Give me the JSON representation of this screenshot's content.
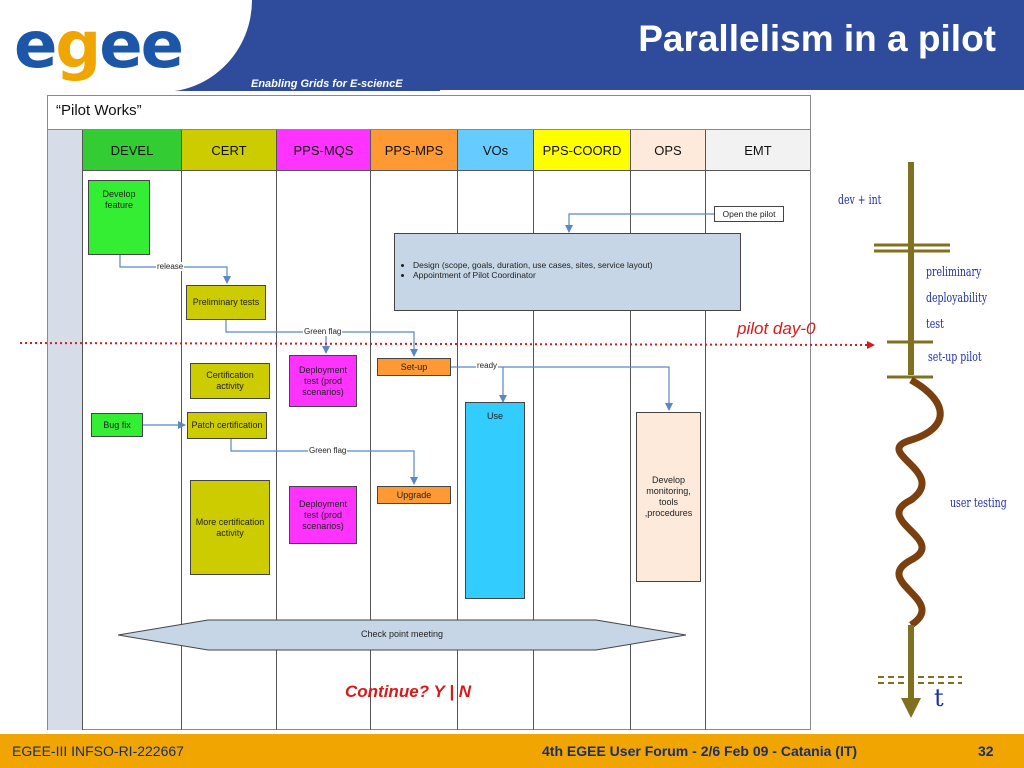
{
  "header": {
    "title": "Parallelism in a pilot",
    "subtitle": "Enabling Grids for E-sciencE",
    "logo_text": "egee"
  },
  "footer": {
    "project": "EGEE-III INFSO-RI-222667",
    "event": "4th EGEE User Forum - 2/6 Feb 09 - Catania (IT)",
    "page": "32"
  },
  "panel": {
    "title": "“Pilot Works”",
    "lanes": [
      {
        "label": "DEVEL",
        "color": "#33cc33"
      },
      {
        "label": "CERT",
        "color": "#cccc00"
      },
      {
        "label": "PPS-MQS",
        "color": "#ff33ff"
      },
      {
        "label": "PPS-MPS",
        "color": "#ff9933"
      },
      {
        "label": "VOs",
        "color": "#66ccff"
      },
      {
        "label": "PPS-COORD",
        "color": "#ffff00"
      },
      {
        "label": "OPS",
        "color": "#fdeada"
      },
      {
        "label": "EMT",
        "color": "#f2f2f2"
      }
    ],
    "boxes": {
      "develop_feature": "Develop feature",
      "open_pilot": "Open the pilot",
      "preliminary_tests": "Preliminary tests",
      "certification_activity": "Certification activity",
      "deployment_test_1": "Deployment test (prod scenarios)",
      "setup": "Set-up",
      "bug_fix": "Bug fix",
      "patch_certification": "Patch certification",
      "use": "Use",
      "develop_monitoring": "Develop monitoring, tools ,procedures",
      "more_certification": "More certification activity",
      "deployment_test_2": "Deployment test (prod scenarios)",
      "upgrade": "Upgrade",
      "checkpoint": "Check point meeting"
    },
    "design_items": [
      "Design (scope, goals, duration, use cases, sites, service layout)",
      "Appointment of Pilot Coordinator"
    ],
    "edge_labels": {
      "release": "release",
      "green_flag_1": "Green flag",
      "ready": "ready",
      "green_flag_2": "Green flag"
    },
    "continue_text": "Continue? Y | N"
  },
  "timeline": {
    "dev_int": "dev + int",
    "preliminary": "preliminary",
    "deployability": "deployability",
    "test": "test",
    "setup_pilot": "set-up pilot",
    "user_testing": "user testing",
    "pilot_day": "pilot day-0",
    "axis_label": "t"
  },
  "colors": {
    "header_blue": "#2e4c9b",
    "footer_orange": "#f0a500",
    "arrow_blue": "#5b87c5",
    "timeline_brown": "#7a4010",
    "timeline_olive": "#807020",
    "timeline_label": "#1c2fa5",
    "highlight_red": "#d81a1a"
  }
}
